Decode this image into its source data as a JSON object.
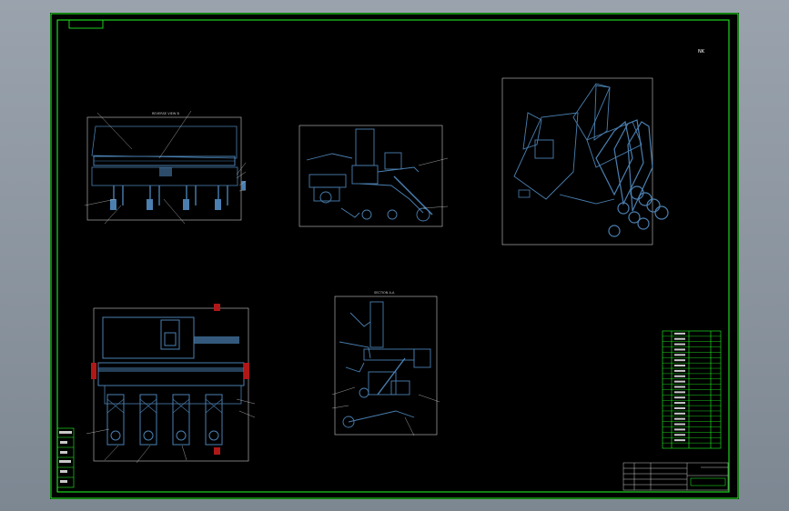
{
  "sheet": {
    "background": "#000000",
    "frame_color": "#22ff22",
    "part_color": "#4a7fb0",
    "line_color": "#c8c8c8",
    "accent_color": "#b01818"
  },
  "views": {
    "front_title": "REVERSE VIEW B",
    "section_title": "SECTION A-A",
    "corner_mark": "NK"
  },
  "left_block": {
    "rows": [
      "",
      "",
      "",
      "",
      "",
      ""
    ]
  },
  "bom": {
    "rows": 22
  },
  "title_block": {
    "ref": "  "
  }
}
